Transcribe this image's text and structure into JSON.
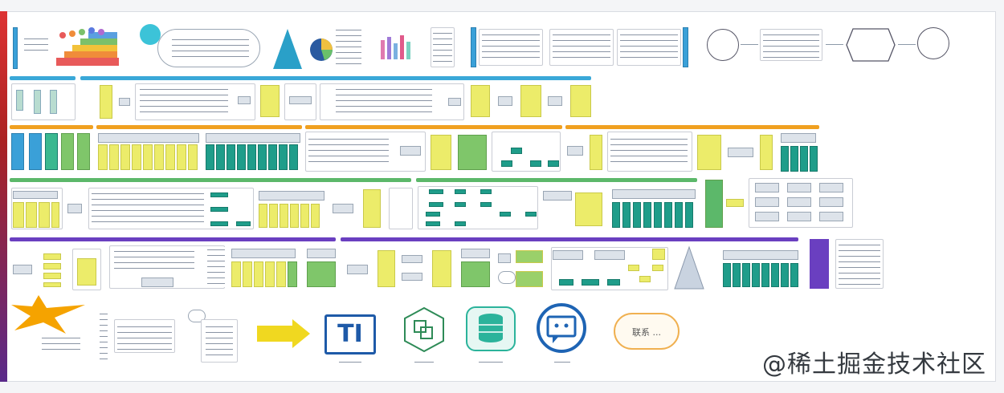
{
  "watermark": {
    "text": "@稀土掘金技术社区"
  },
  "bottom_row": {
    "ti_icon_text": "TI",
    "cloud_text": "联系 ..."
  },
  "colors": {
    "row1": "#3aa8d8",
    "row2": "#f0a020",
    "row3": "#5cb86a",
    "row4": "#6a3fc0",
    "star": "#f5a300",
    "arrow": "#f0d820",
    "ti_blue": "#1e5aa8",
    "hexagon": "#2e8b57",
    "db_teal": "#2bb39b",
    "chat_blue": "#1e64b4",
    "cloud_orange": "#f0b050",
    "leftbar": "#c0272d"
  },
  "icons": [
    "star-icon",
    "arrow-right-icon",
    "ti-logo-icon",
    "hexagon-cube-icon",
    "database-icon",
    "chat-bubble-icon",
    "cloud-icon"
  ]
}
